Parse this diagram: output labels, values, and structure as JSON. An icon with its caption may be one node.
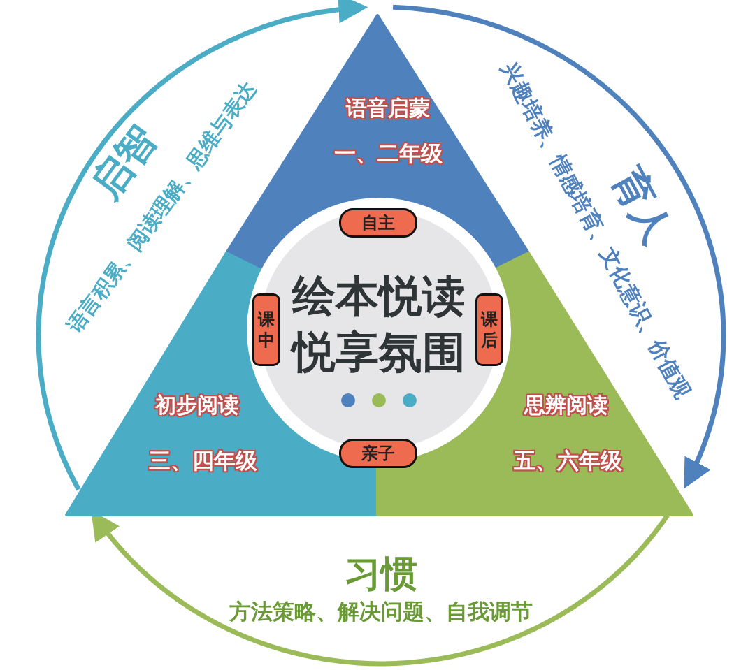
{
  "diagram": {
    "nodes": [
      {
        "text": [
          "语音启蒙",
          "一、二年级"
        ]
      },
      {
        "text": [
          "初步阅读",
          "三、四年级"
        ]
      },
      {
        "text": [
          "思辨阅读",
          "五、六年级"
        ]
      },
      {
        "text": [
          "绘本悦读悦享氛围"
        ]
      },
      {
        "text": [
          "自主"
        ]
      },
      {
        "text": [
          "课中"
        ]
      },
      {
        "text": [
          "课后"
        ]
      },
      {
        "text": [
          "亲子"
        ]
      }
    ],
    "edges": [
      {
        "from": 1,
        "to": 0,
        "arrow": "to",
        "color": "#4bacc6"
      },
      {
        "from": 0,
        "to": 2,
        "arrow": "to",
        "color": "#4f81bd"
      },
      {
        "from": 2,
        "to": 1,
        "arrow": "to",
        "color": "#9bbb59"
      }
    ],
    "labels": [
      "启智",
      "语言积累、阅读理解、思维与表达",
      "育人",
      "兴趣培养、情感培育、文化意识、价值观",
      "习惯",
      "方法策略、解决问题、自我调节"
    ]
  }
}
